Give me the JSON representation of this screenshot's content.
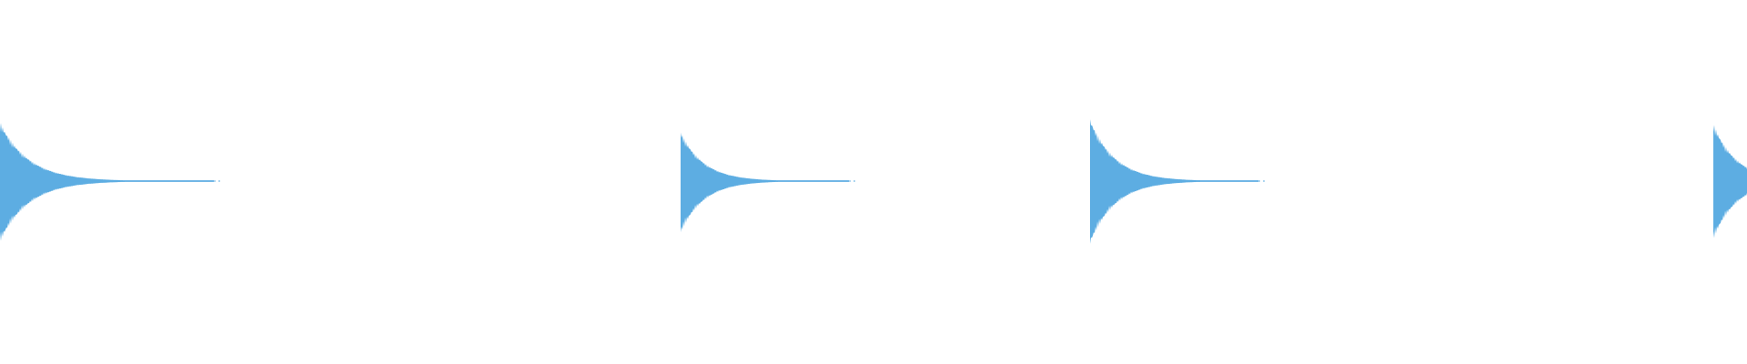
{
  "waveform": {
    "color": "#5dade2",
    "background": "#ffffff",
    "display": "mirrored-amplitude",
    "transient_shape": "exponential-decay",
    "hit_count": 4
  }
}
